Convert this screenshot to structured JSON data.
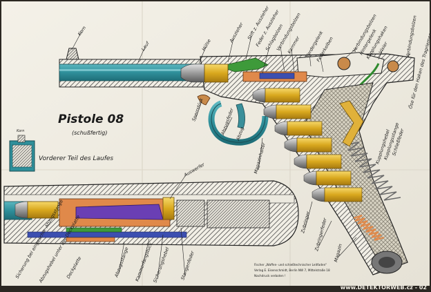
{
  "poster": {
    "title": "Pistole 08",
    "subtitle": "(schußfertig)",
    "barrel_front_label": "Vorderer Teil des Laufes",
    "korn_small": "Korn",
    "publisher_line1": "Fischer „Waffen- und schießtechnischer Leitfaden\"",
    "publisher_line2": "Verlag E. Eisenschmidt, Berlin NW 7, Mittelstraße 18",
    "publisher_line3": "Nachdruck verboten !",
    "watermark": "www.DETEKTORWEB.cz - 02"
  },
  "labels": {
    "korn": "Korn",
    "lauf": "Lauf",
    "huelse": "Hülse",
    "auszieher": "Auszieher",
    "stift_auszieher": "Stift z. Auszieher",
    "feder_auszieher": "Feder z. Auszieher",
    "schlagbolzen": "Schlagbolzen",
    "verbindungsbolzen_top": "Verbindungsbolzen",
    "kammer": "Kammer",
    "vordergelenk": "Vordergelenk",
    "federkolben": "Federkolben",
    "verbindungsbolzen_right": "Verbindungsbolzen",
    "hintergelenk": "Hintergelenk",
    "kupplungshaken": "Kupplungshaken",
    "visier": "Visier",
    "verbindungsbolzen_far": "Verbindungsbolzen",
    "oese": "Öse für den Haken des Tragriemens",
    "sperrstueck": "Sperrstück",
    "abzugsfeder": "Abzugsfeder",
    "abzug": "Abzug",
    "magazinhalter": "Magazinhalter",
    "kupplungshebel": "Kupplungshebel",
    "kupplungsstange": "Kupplungsstange",
    "schliessfeder": "Schließfeder",
    "auswerfer": "Auswerfer",
    "zubringer": "Zubringer",
    "zubringerfeder": "Zubringerfeder",
    "magazin": "Magazin",
    "abzugsstange": "Abzugsstange",
    "kammerfangstueck": "Kammerfangstück",
    "sicherungshebel": "Sicherungshebel",
    "stangenfeder": "Stangenfeder",
    "deckplatte": "Deckplatte",
    "abzugshebel": "Abzugshebel unter der Deckplatte",
    "sicherung": "Sicherung bei eingeschw. Abzugsstange"
  }
}
